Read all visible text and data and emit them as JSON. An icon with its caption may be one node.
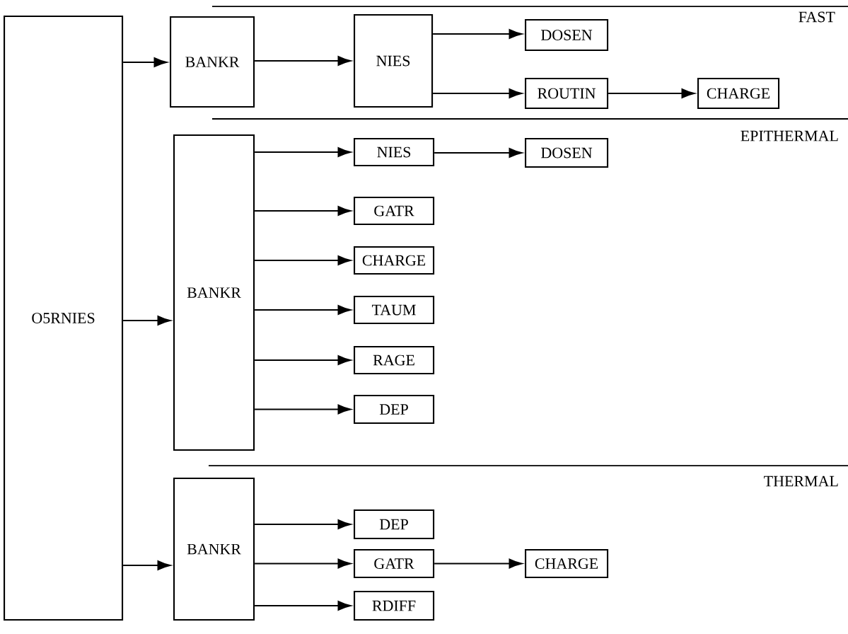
{
  "diagram": {
    "nodes": [
      {
        "text": [
          "O5RNIES"
        ]
      },
      {
        "text": [
          "BANKR"
        ]
      },
      {
        "text": [
          "NIES"
        ]
      },
      {
        "text": [
          "DOSEN"
        ]
      },
      {
        "text": [
          "ROUTIN"
        ]
      },
      {
        "text": [
          "CHARGE"
        ]
      },
      {
        "text": [
          "BANKR"
        ]
      },
      {
        "text": [
          "NIES"
        ]
      },
      {
        "text": [
          "DOSEN"
        ]
      },
      {
        "text": [
          "GATR"
        ]
      },
      {
        "text": [
          "CHARGE"
        ]
      },
      {
        "text": [
          "TAUM"
        ]
      },
      {
        "text": [
          "RAGE"
        ]
      },
      {
        "text": [
          "DEP"
        ]
      },
      {
        "text": [
          "BANKR"
        ]
      },
      {
        "text": [
          "DEP"
        ]
      },
      {
        "text": [
          "GATR"
        ]
      },
      {
        "text": [
          "CHARGE"
        ]
      },
      {
        "text": [
          "RDIFF"
        ]
      }
    ],
    "edges": [
      {
        "from": 0,
        "to": 1,
        "arrow": "to"
      },
      {
        "from": 1,
        "to": 2,
        "arrow": "to"
      },
      {
        "from": 2,
        "to": 3,
        "arrow": "to"
      },
      {
        "from": 2,
        "to": 4,
        "arrow": "to"
      },
      {
        "from": 4,
        "to": 5,
        "arrow": "to"
      },
      {
        "from": 0,
        "to": 6,
        "arrow": "to"
      },
      {
        "from": 6,
        "to": 7,
        "arrow": "to"
      },
      {
        "from": 7,
        "to": 8,
        "arrow": "to"
      },
      {
        "from": 6,
        "to": 9,
        "arrow": "to"
      },
      {
        "from": 6,
        "to": 10,
        "arrow": "to"
      },
      {
        "from": 6,
        "to": 11,
        "arrow": "to"
      },
      {
        "from": 6,
        "to": 12,
        "arrow": "to"
      },
      {
        "from": 6,
        "to": 13,
        "arrow": "to"
      },
      {
        "from": 0,
        "to": 14,
        "arrow": "to"
      },
      {
        "from": 14,
        "to": 15,
        "arrow": "to"
      },
      {
        "from": 14,
        "to": 16,
        "arrow": "to"
      },
      {
        "from": 16,
        "to": 17,
        "arrow": "to"
      },
      {
        "from": 14,
        "to": 18,
        "arrow": "to"
      }
    ],
    "labels": [
      "FAST",
      "EPITHERMAL",
      "THERMAL"
    ]
  }
}
